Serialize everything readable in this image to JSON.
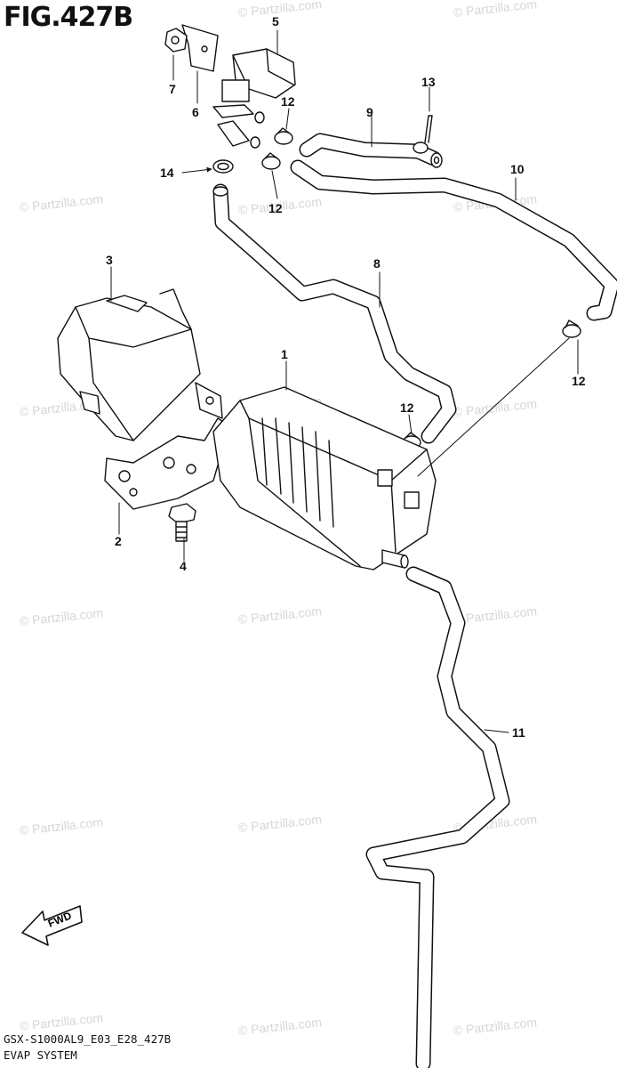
{
  "figure": {
    "title": "FIG.427B"
  },
  "footer": {
    "model_code": "GSX-S1000AL9_E03_E28_427B",
    "section_name": "EVAP SYSTEM"
  },
  "watermark": {
    "text": "© Partzilla.com"
  },
  "direction_marker": {
    "label": "FWD"
  },
  "callouts": {
    "c1": "1",
    "c2": "2",
    "c3": "3",
    "c4": "4",
    "c5": "5",
    "c6": "6",
    "c7": "7",
    "c8": "8",
    "c9": "9",
    "c10": "10",
    "c11": "11",
    "c12a": "12",
    "c12b": "12",
    "c12c": "12",
    "c12d": "12",
    "c13": "13",
    "c14": "14"
  }
}
